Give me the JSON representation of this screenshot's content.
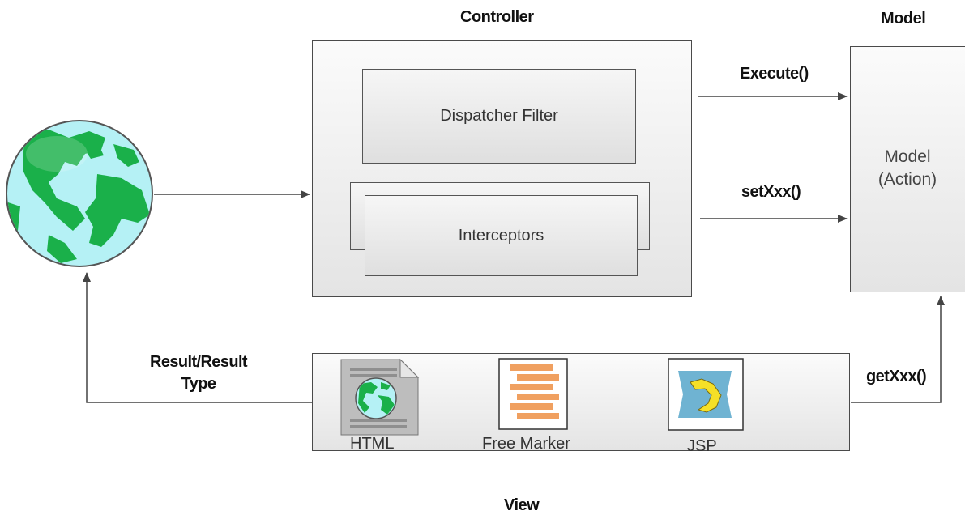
{
  "sections": {
    "controller": "Controller",
    "model": "Model",
    "view": "View"
  },
  "controller": {
    "dispatcher": "Dispatcher Filter",
    "interceptors": "Interceptors"
  },
  "model": {
    "line1": "Model",
    "line2": "(Action)"
  },
  "edges": {
    "execute": "Execute()",
    "set": "setXxx()",
    "get": "getXxx()",
    "result_line1": "Result/Result",
    "result_line2": "Type"
  },
  "view": {
    "items": [
      {
        "label": "HTML",
        "icon": "html-document-globe-icon"
      },
      {
        "label": "Free Marker",
        "icon": "freemarker-icon"
      },
      {
        "label": "JSP",
        "icon": "jsp-icon"
      }
    ]
  },
  "icons": {
    "client": "globe-icon"
  },
  "colors": {
    "globe_ocean": "#b5f1f5",
    "globe_land": "#1ab04a",
    "arrow": "#444444",
    "freemarker_orange": "#f0a060",
    "jsp_blue": "#6fb3d2",
    "jsp_yellow": "#f5e027"
  }
}
